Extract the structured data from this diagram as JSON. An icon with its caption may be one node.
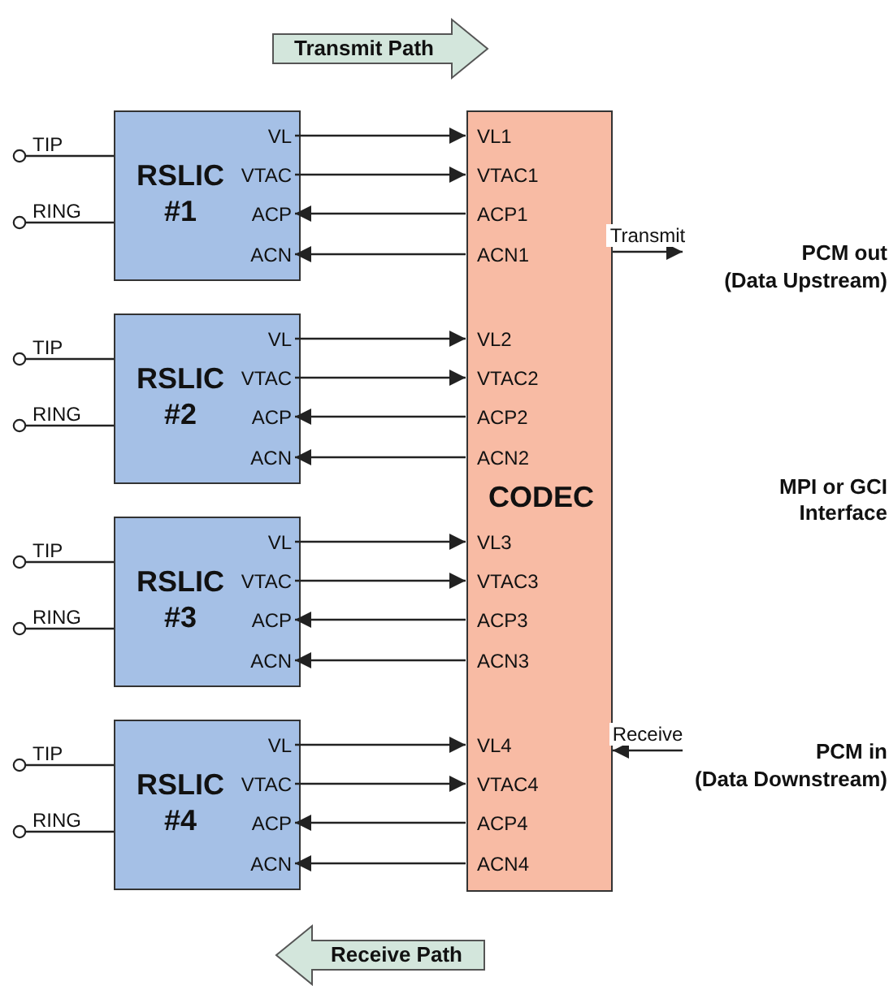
{
  "diagram": {
    "nodes": [
      {
        "text": [
          "RSLIC #1"
        ]
      },
      {
        "text": [
          "VL"
        ],
        "in": 0
      },
      {
        "text": [
          "VTAC"
        ],
        "in": 0
      },
      {
        "text": [
          "ACP"
        ],
        "in": 0
      },
      {
        "text": [
          "ACN"
        ],
        "in": 0
      },
      {
        "text": [
          "TIP"
        ]
      },
      {
        "text": [
          "RING"
        ]
      },
      {
        "text": [
          "RSLIC #2"
        ]
      },
      {
        "text": [
          "VL"
        ],
        "in": 7
      },
      {
        "text": [
          "VTAC"
        ],
        "in": 7
      },
      {
        "text": [
          "ACP"
        ],
        "in": 7
      },
      {
        "text": [
          "ACN"
        ],
        "in": 7
      },
      {
        "text": [
          "TIP"
        ]
      },
      {
        "text": [
          "RING"
        ]
      },
      {
        "text": [
          "RSLIC #3"
        ]
      },
      {
        "text": [
          "VL"
        ],
        "in": 14
      },
      {
        "text": [
          "VTAC"
        ],
        "in": 14
      },
      {
        "text": [
          "ACP"
        ],
        "in": 14
      },
      {
        "text": [
          "ACN"
        ],
        "in": 14
      },
      {
        "text": [
          "TIP"
        ]
      },
      {
        "text": [
          "RING"
        ]
      },
      {
        "text": [
          "RSLIC #4"
        ]
      },
      {
        "text": [
          "VL"
        ],
        "in": 21
      },
      {
        "text": [
          "VTAC"
        ],
        "in": 21
      },
      {
        "text": [
          "ACP"
        ],
        "in": 21
      },
      {
        "text": [
          "ACN"
        ],
        "in": 21
      },
      {
        "text": [
          "TIP"
        ]
      },
      {
        "text": [
          "RING"
        ]
      },
      {
        "text": [
          "CODEC"
        ]
      },
      {
        "text": [
          "VL1"
        ],
        "in": 28
      },
      {
        "text": [
          "VTAC1"
        ],
        "in": 28
      },
      {
        "text": [
          "ACP1"
        ],
        "in": 28
      },
      {
        "text": [
          "ACN1"
        ],
        "in": 28
      },
      {
        "text": [
          "VL2"
        ],
        "in": 28
      },
      {
        "text": [
          "VTAC2"
        ],
        "in": 28
      },
      {
        "text": [
          "ACP2"
        ],
        "in": 28
      },
      {
        "text": [
          "ACN2"
        ],
        "in": 28
      },
      {
        "text": [
          "VL3"
        ],
        "in": 28
      },
      {
        "text": [
          "VTAC3"
        ],
        "in": 28
      },
      {
        "text": [
          "ACP3"
        ],
        "in": 28
      },
      {
        "text": [
          "ACN3"
        ],
        "in": 28
      },
      {
        "text": [
          "VL4"
        ],
        "in": 28
      },
      {
        "text": [
          "VTAC4"
        ],
        "in": 28
      },
      {
        "text": [
          "ACP4"
        ],
        "in": 28
      },
      {
        "text": [
          "ACN4"
        ],
        "in": 28
      },
      {
        "text": [
          "PCM out",
          "(Data Upstream)"
        ]
      },
      {
        "text": [
          "PCM in",
          "(Data Downstream)"
        ]
      }
    ],
    "edges": [
      {
        "from": 1,
        "to": 29,
        "arrow": "to"
      },
      {
        "from": 2,
        "to": 30,
        "arrow": "to"
      },
      {
        "from": 31,
        "to": 3,
        "arrow": "to"
      },
      {
        "from": 32,
        "to": 4,
        "arrow": "to"
      },
      {
        "from": 5,
        "to": 0,
        "arrow": "other"
      },
      {
        "from": 6,
        "to": 0,
        "arrow": "other"
      },
      {
        "from": 8,
        "to": 33,
        "arrow": "to"
      },
      {
        "from": 9,
        "to": 34,
        "arrow": "to"
      },
      {
        "from": 35,
        "to": 10,
        "arrow": "to"
      },
      {
        "from": 36,
        "to": 11,
        "arrow": "to"
      },
      {
        "from": 12,
        "to": 7,
        "arrow": "other"
      },
      {
        "from": 13,
        "to": 7,
        "arrow": "other"
      },
      {
        "from": 15,
        "to": 37,
        "arrow": "to"
      },
      {
        "from": 16,
        "to": 38,
        "arrow": "to"
      },
      {
        "from": 39,
        "to": 17,
        "arrow": "to"
      },
      {
        "from": 40,
        "to": 18,
        "arrow": "to"
      },
      {
        "from": 19,
        "to": 14,
        "arrow": "other"
      },
      {
        "from": 20,
        "to": 14,
        "arrow": "other"
      },
      {
        "from": 22,
        "to": 41,
        "arrow": "to"
      },
      {
        "from": 23,
        "to": 42,
        "arrow": "to"
      },
      {
        "from": 43,
        "to": 24,
        "arrow": "to"
      },
      {
        "from": 44,
        "to": 25,
        "arrow": "to"
      },
      {
        "from": 26,
        "to": 21,
        "arrow": "other"
      },
      {
        "from": 27,
        "to": 21,
        "arrow": "other"
      },
      {
        "from": 28,
        "to": 45,
        "label": "Transmit",
        "arrow": "to"
      },
      {
        "from": 46,
        "to": 28,
        "label": "Receive",
        "arrow": "to"
      }
    ],
    "labels": [
      "Transmit Path",
      "MPI or GCI Interface",
      "Receive Path"
    ]
  }
}
